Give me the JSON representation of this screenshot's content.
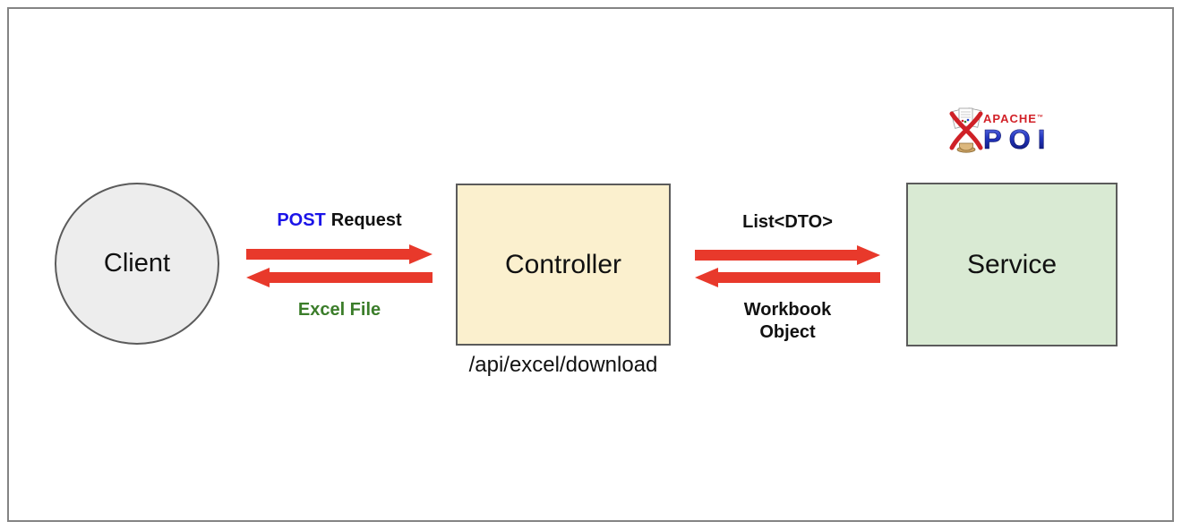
{
  "canvas": {
    "background": "#ffffff",
    "frame_border_color": "#848484"
  },
  "nodes": {
    "client": {
      "label": "Client",
      "shape": "circle",
      "fill": "#ededed",
      "stroke": "#5b5b5b"
    },
    "controller": {
      "label": "Controller",
      "shape": "rectangle",
      "fill": "#fbf0ce",
      "stroke": "#5b5b5b",
      "endpoint": "/api/excel/download"
    },
    "service": {
      "label": "Service",
      "shape": "rectangle",
      "fill": "#d9ead3",
      "stroke": "#5b5b5b"
    }
  },
  "edges": {
    "arrow_color": "#e8392b",
    "client_controller": {
      "request": {
        "method": "POST",
        "text": "Request",
        "method_color": "#1b14e8",
        "direction": "right"
      },
      "response": {
        "text": "Excel File",
        "color": "#3b7d2a",
        "direction": "left"
      }
    },
    "controller_service": {
      "request": {
        "text": "List<DTO>",
        "direction": "right"
      },
      "response": {
        "text": "Workbook Object",
        "direction": "left"
      }
    }
  },
  "logo": {
    "apache": "APACHE",
    "tm": "™",
    "poi": "POI",
    "apache_color": "#d22128",
    "poi_gradient": [
      "#6b7ce8",
      "#2336c0",
      "#0a1168"
    ]
  }
}
